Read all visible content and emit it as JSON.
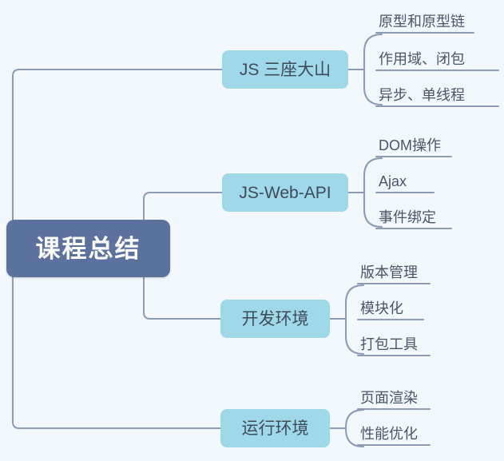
{
  "canvas": {
    "background_color": "#f2f8fc",
    "edge_color": "#8b9cb3"
  },
  "root": {
    "label": "课程总结",
    "fill_color": "#5b729e",
    "text_color": "#ffffff"
  },
  "branch_style": {
    "fill_color": "#9fd8e8",
    "text_color": "#3f4a57"
  },
  "leaf_style": {
    "text_color": "#4a5568",
    "rule_color": "#8b9cb3"
  },
  "branches": [
    {
      "label": "JS 三座大山",
      "leaves": [
        {
          "label": "原型和原型链"
        },
        {
          "label": "作用域、闭包"
        },
        {
          "label": "异步、单线程"
        }
      ]
    },
    {
      "label": "JS-Web-API",
      "leaves": [
        {
          "label": "DOM操作"
        },
        {
          "label": "Ajax"
        },
        {
          "label": "事件绑定"
        }
      ]
    },
    {
      "label": "开发环境",
      "leaves": [
        {
          "label": "版本管理"
        },
        {
          "label": "模块化"
        },
        {
          "label": "打包工具"
        }
      ]
    },
    {
      "label": "运行环境",
      "leaves": [
        {
          "label": "页面渲染"
        },
        {
          "label": "性能优化"
        }
      ]
    }
  ]
}
